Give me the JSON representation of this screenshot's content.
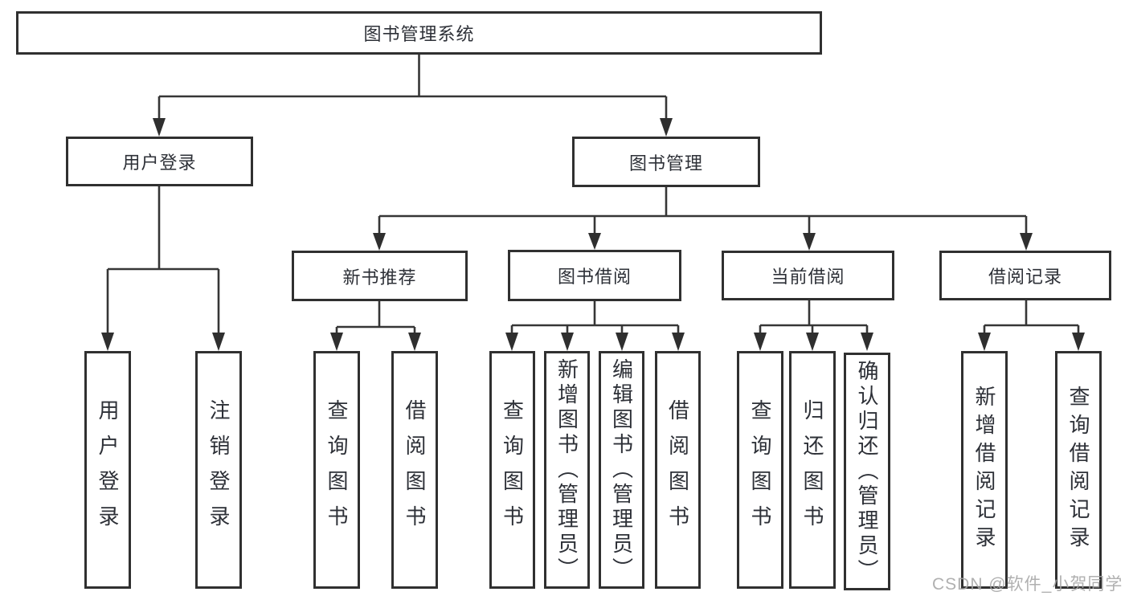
{
  "diagram_type": "hierarchy-tree",
  "tree": {
    "label": "图书管理系统",
    "children": [
      {
        "label": "用户登录",
        "children": [
          {
            "label": "用户登录"
          },
          {
            "label": "注销登录"
          }
        ]
      },
      {
        "label": "图书管理",
        "children": [
          {
            "label": "新书推荐",
            "children": [
              {
                "label": "查询图书"
              },
              {
                "label": "借阅图书"
              }
            ]
          },
          {
            "label": "图书借阅",
            "children": [
              {
                "label": "查询图书"
              },
              {
                "label": "新增图书（管理员）"
              },
              {
                "label": "编辑图书（管理员）"
              },
              {
                "label": "借阅图书"
              }
            ]
          },
          {
            "label": "当前借阅",
            "children": [
              {
                "label": "查询图书"
              },
              {
                "label": "归还图书"
              },
              {
                "label": "确认归还（管理员）"
              }
            ]
          },
          {
            "label": "借阅记录",
            "children": [
              {
                "label": "新增借阅记录"
              },
              {
                "label": "查询借阅记录"
              }
            ]
          }
        ]
      }
    ]
  },
  "watermark": {
    "text": "CSDN @软件_小贺同学"
  },
  "colors": {
    "box_border": "#303030",
    "connector_line": "#363636",
    "text": "#2d3037",
    "watermark": "#a5a5a5",
    "background": "#ffffff"
  }
}
